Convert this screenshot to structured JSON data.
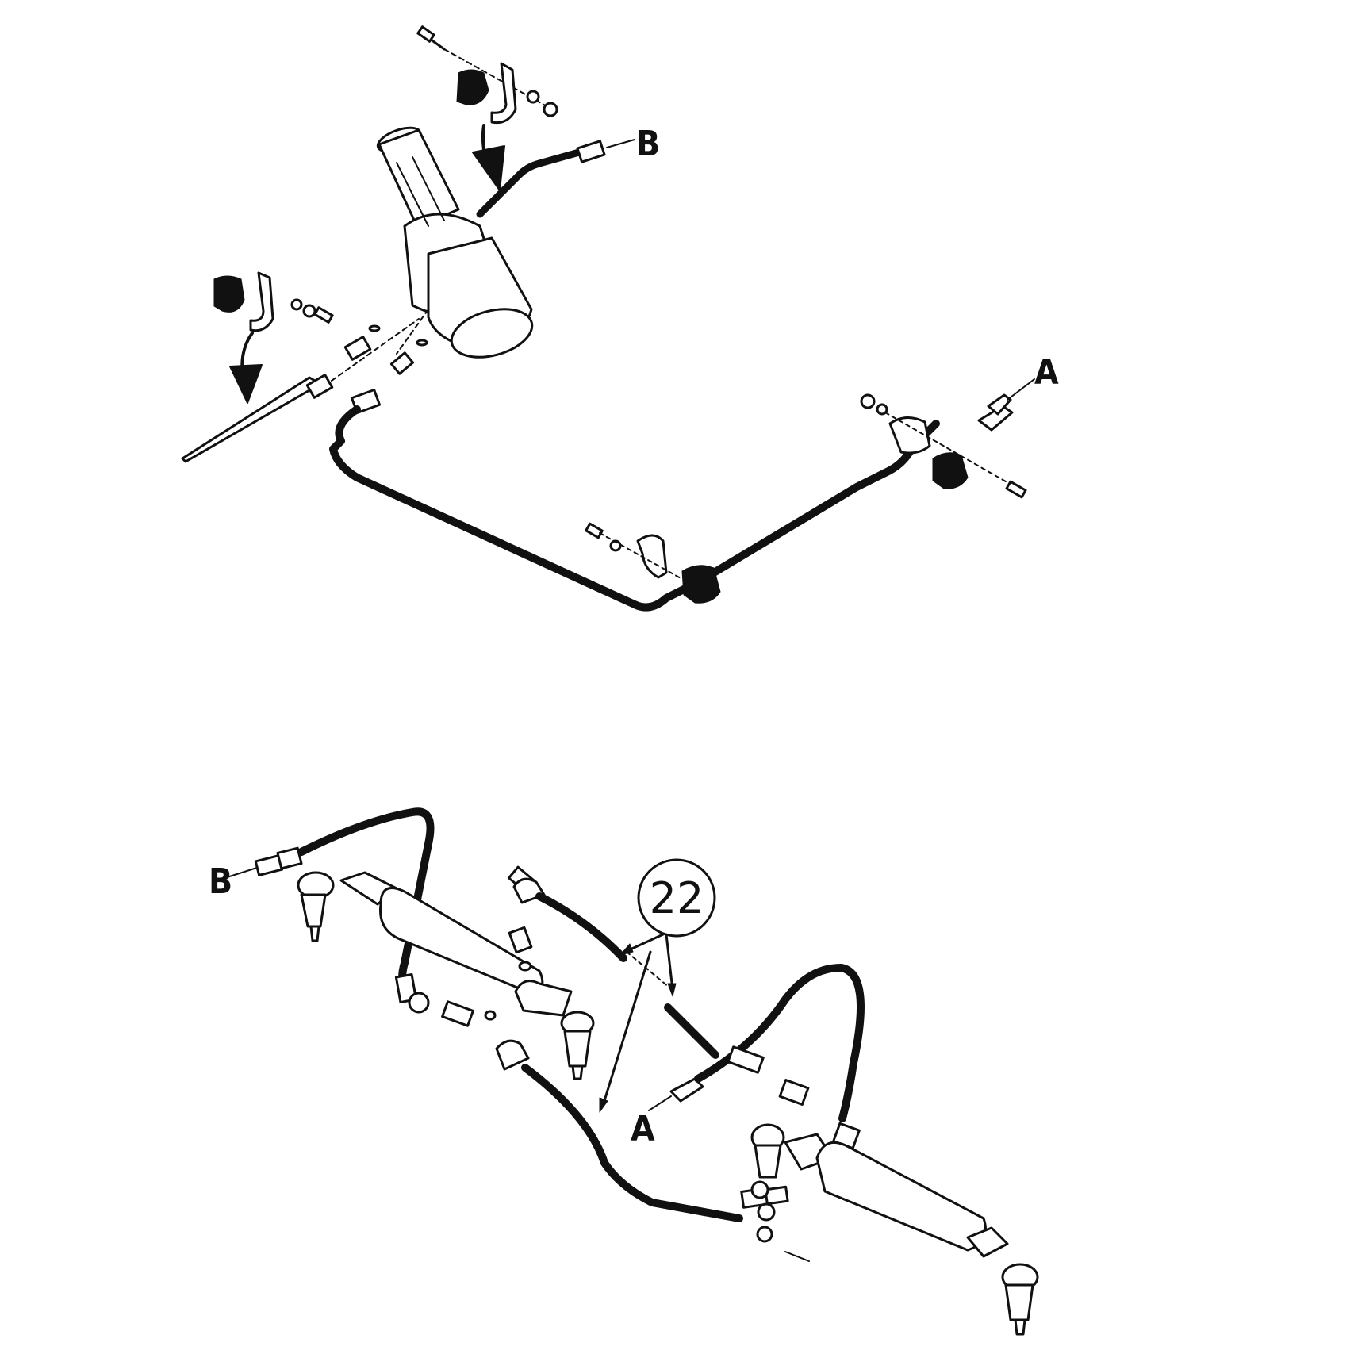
{
  "labels": {
    "top_b": "B",
    "top_a": "A",
    "bottom_b": "B",
    "bottom_a": "A",
    "callout_number": "22"
  },
  "colors": {
    "ink": "#111111",
    "background": "#ffffff"
  },
  "icons": {
    "install_arrow": "down-arrow-icon",
    "callout_pointer": "pointer-arrow-icon"
  }
}
